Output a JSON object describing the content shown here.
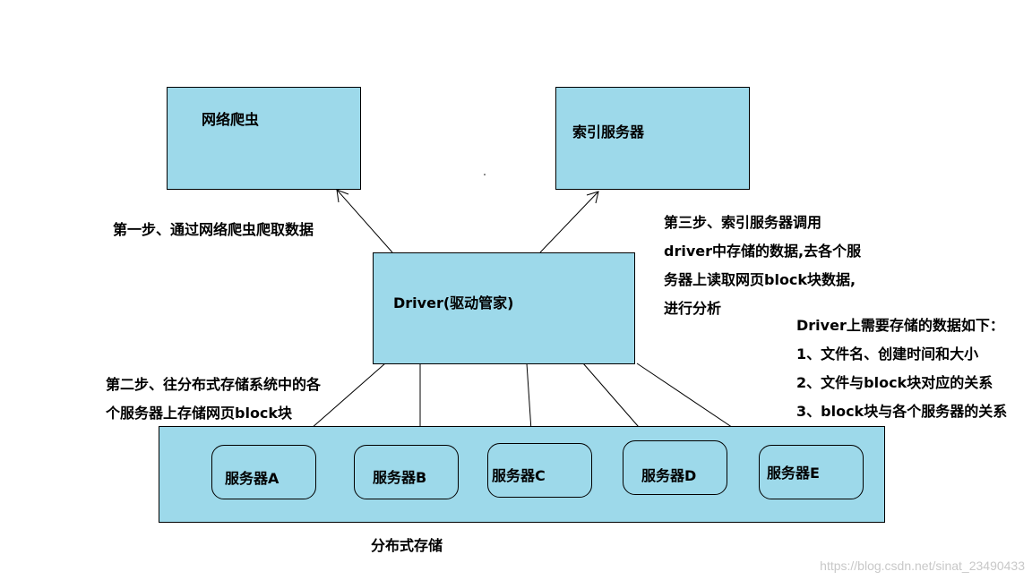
{
  "nodes": {
    "crawler": "网络爬虫",
    "index_server": "索引服务器",
    "driver": "Driver(驱动管家)",
    "servers": [
      "服务器A",
      "服务器B",
      "服务器C",
      "服务器D",
      "服务器E"
    ],
    "storage_label": "分布式存储"
  },
  "annotations": {
    "step1": "第一步、通过网络爬虫爬取数据",
    "step2_line1": "第二步、往分布式存储系统中的各",
    "step2_line2": "个服务器上存储网页block块",
    "step3_line1": "第三步、索引服务器调用",
    "step3_line2": "driver中存储的数据,去各个服",
    "step3_line3": "务器上读取网页block块数据,",
    "step3_line4": "进行分析"
  },
  "driver_notes": {
    "title": "Driver上需要存储的数据如下：",
    "items": [
      "1、文件名、创建时间和大小",
      "2、文件与block块对应的关系",
      "3、block块与各个服务器的关系"
    ]
  },
  "watermark": "https://blog.csdn.net/sinat_23490433",
  "colors": {
    "box_fill": "#9dd9ea",
    "stroke": "#000000"
  }
}
